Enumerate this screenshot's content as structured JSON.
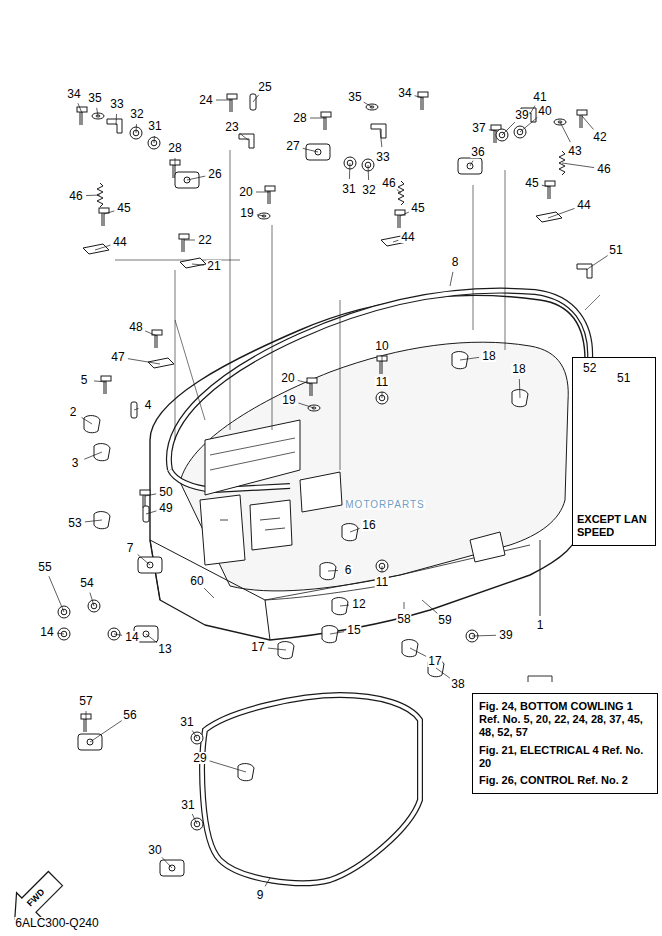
{
  "diagram": {
    "nodes": [
      {
        "text": [
          "52",
          "51",
          "EXCEPT LAN SPEED"
        ]
      },
      {
        "text": [
          "Fig. 24, BOTTOM COWLING 1 Ref. No. 5, 20, 22, 24, 28, 37, 45, 48, 52, 57",
          "Fig. 21, ELECTRICAL 4 Ref. No. 20",
          "Fig. 26, CONTROL Ref. No. 2"
        ]
      }
    ],
    "labels": [
      "34",
      "35",
      "33",
      "32",
      "31",
      "28",
      "26",
      "46",
      "45",
      "44",
      "24",
      "25",
      "23",
      "27",
      "28",
      "20",
      "19",
      "22",
      "21",
      "35",
      "34",
      "33",
      "31",
      "32",
      "46",
      "45",
      "44",
      "37",
      "39",
      "41",
      "40",
      "42",
      "43",
      "36",
      "45",
      "46",
      "44",
      "51",
      "8",
      "48",
      "47",
      "10",
      "18",
      "11",
      "18",
      "20",
      "19",
      "5",
      "4",
      "2",
      "3",
      "50",
      "49",
      "53",
      "16",
      "6",
      "7",
      "54",
      "55",
      "60",
      "12",
      "11",
      "14",
      "14",
      "13",
      "17",
      "15",
      "58",
      "59",
      "17",
      "39",
      "38",
      "1",
      "57",
      "56",
      "31",
      "29",
      "31",
      "30",
      "9",
      "FWD",
      "6ALC300-Q240",
      "MOTORPARTS"
    ]
  }
}
